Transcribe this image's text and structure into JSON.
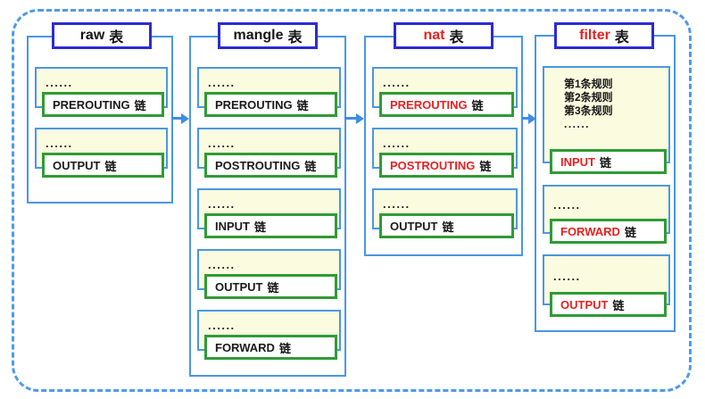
{
  "colors": {
    "outer_dashed_border": "#4f9ae8",
    "container_border": "#4a97e3",
    "header_border": "#2b2bd6",
    "chain_box_border": "#2f9b35",
    "unit_fill": "#fbfbdf",
    "red_text": "#e52222",
    "black_text": "#1a1a1a",
    "arrow": "#3d8de0"
  },
  "tables": [
    {
      "id": "raw",
      "title": {
        "en": "raw",
        "zh": "表"
      },
      "units": [
        {
          "dots": "......",
          "chain": "PREROUTING",
          "chain_zh": "链"
        },
        {
          "dots": "......",
          "chain": "OUTPUT",
          "chain_zh": "链"
        }
      ]
    },
    {
      "id": "mangle",
      "title": {
        "en": "mangle",
        "zh": "表"
      },
      "units": [
        {
          "dots": "......",
          "chain": "PREROUTING",
          "chain_zh": "链"
        },
        {
          "dots": "......",
          "chain": "POSTROUTING",
          "chain_zh": "链"
        },
        {
          "dots": "......",
          "chain": "INPUT",
          "chain_zh": "链"
        },
        {
          "dots": "......",
          "chain": "OUTPUT",
          "chain_zh": "链"
        },
        {
          "dots": "......",
          "chain": "FORWARD",
          "chain_zh": "链"
        }
      ]
    },
    {
      "id": "nat",
      "title": {
        "en": "nat",
        "zh": "表"
      },
      "units": [
        {
          "dots": "......",
          "chain": "PREROUTING",
          "chain_zh": "链"
        },
        {
          "dots": "......",
          "chain": "POSTROUTING",
          "chain_zh": "链"
        },
        {
          "dots": "......",
          "chain": "OUTPUT",
          "chain_zh": "链"
        }
      ]
    },
    {
      "id": "filter",
      "title": {
        "en": "filter",
        "zh": "表"
      },
      "rules": [
        "第1条规则",
        "第2条规则",
        "第3条规则",
        "......"
      ],
      "units": [
        {
          "chain": "INPUT",
          "chain_zh": "链"
        },
        {
          "dots": "......",
          "chain": "FORWARD",
          "chain_zh": "链"
        },
        {
          "dots": "......",
          "chain": "OUTPUT",
          "chain_zh": "链"
        }
      ]
    }
  ]
}
